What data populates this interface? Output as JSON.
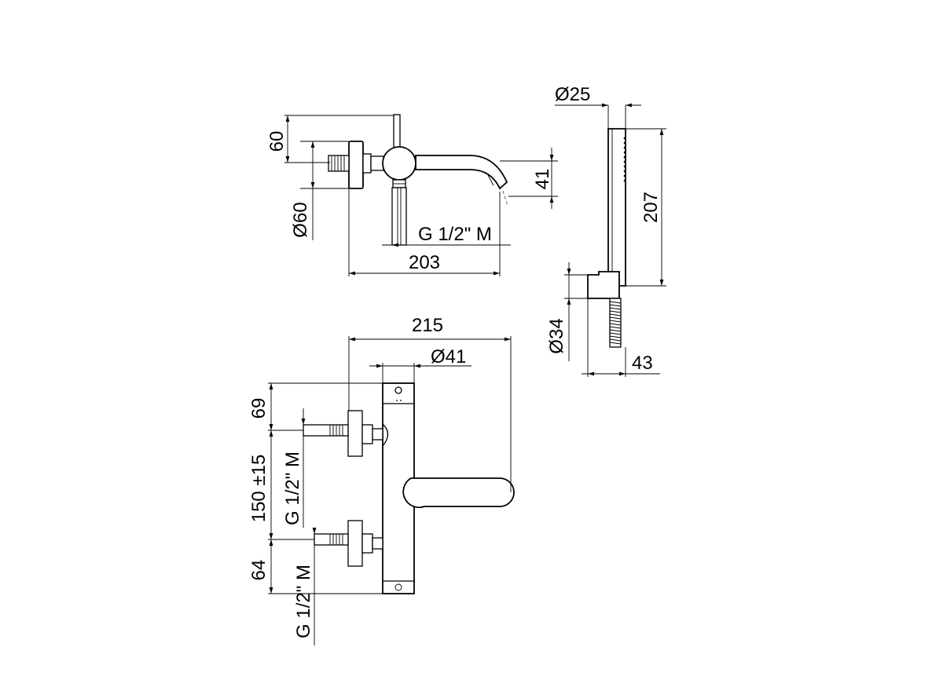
{
  "dimensions": {
    "side_view": {
      "height_60": "60",
      "dia_60": "Ø60",
      "length_203": "203",
      "spout_41": "41",
      "thread": "G 1/2\" M"
    },
    "handshower": {
      "dia_25": "Ø25",
      "height_207": "207",
      "dia_34": "Ø34",
      "depth_43": "43"
    },
    "front_view": {
      "width_215": "215",
      "dia_41": "Ø41",
      "top_69": "69",
      "center_150": "150 ±15",
      "bottom_64": "64",
      "thread_upper": "G 1/2\" M",
      "thread_lower": "G 1/2\" M"
    }
  },
  "colors": {
    "line": "#000000",
    "background": "#ffffff"
  }
}
